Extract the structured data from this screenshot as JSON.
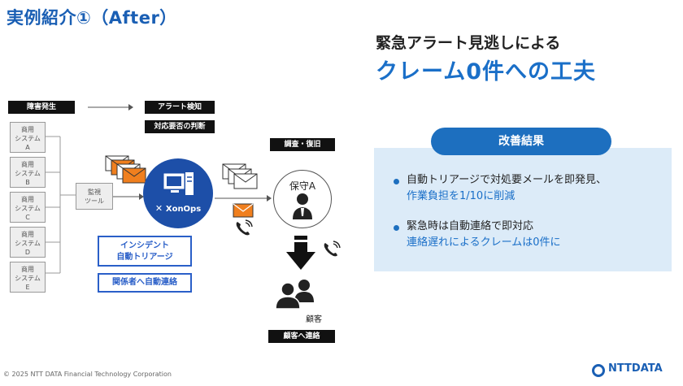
{
  "slide": {
    "title": "実例紹介①（After）",
    "heading_sub": "緊急アラート見逃しによる",
    "heading_main": "クレーム0件への工夫"
  },
  "diagram": {
    "top_labels": {
      "incident": "障害発生",
      "alert": "アラート検知",
      "judge": "対応要否の判断",
      "investigate": "調査・復旧"
    },
    "systems": [
      {
        "line1": "商用",
        "line2": "システム",
        "line3": "A"
      },
      {
        "line1": "商用",
        "line2": "システム",
        "line3": "B"
      },
      {
        "line1": "商用",
        "line2": "システム",
        "line3": "C"
      },
      {
        "line1": "商用",
        "line2": "システム",
        "line3": "D"
      },
      {
        "line1": "商用",
        "line2": "システム",
        "line3": "E"
      }
    ],
    "monitor": {
      "line1": "監視",
      "line2": "ツール"
    },
    "xonops": "XonOps",
    "feature_boxes": {
      "auto_triage_line1": "インシデント",
      "auto_triage_line2": "自動トリアージ",
      "auto_contact": "関係者へ自動連絡"
    },
    "maintainer": "保守A",
    "customer": "顧客",
    "customer_contact": "顧客へ連絡"
  },
  "result": {
    "header": "改善結果",
    "bullets": [
      {
        "line1": "自動トリアージで対処要メールを即発見、",
        "line2": "作業負担を1/10に削減"
      },
      {
        "line1": "緊急時は自動連絡で即対応",
        "line2": "連絡遅れによるクレームは0件に"
      }
    ]
  },
  "footer": {
    "copyright": "© 2025 NTT DATA Financial Technology Corporation",
    "logo": "NTTDATA"
  },
  "colors": {
    "brand_blue": "#1a5fb4",
    "accent_blue": "#1a6fc8",
    "panel_bg": "#dcebf8",
    "xonops_bg": "#1d4fa8",
    "mail_orange": "#f07f1e"
  }
}
